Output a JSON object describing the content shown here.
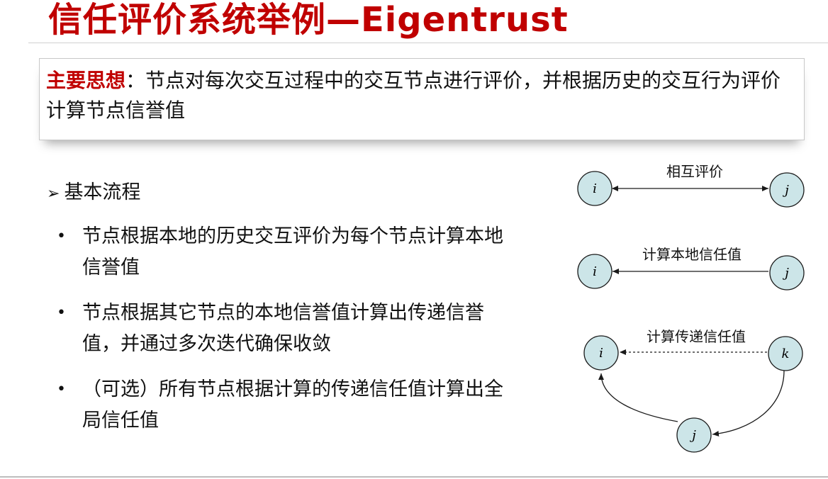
{
  "title": "信任评价系统举例—Eigentrust",
  "main_idea": {
    "label": "主要思想",
    "separator": "：",
    "text": "节点对每次交互过程中的交互节点进行评价，并根据历史的交互行为评价计算节点信誉值"
  },
  "section": {
    "heading": "基本流程",
    "bullets": [
      "节点根据本地的历史交互评价为每个节点计算本地信誉值",
      "节点根据其它节点的本地信誉值计算出传递信誉值，并通过多次迭代确保收敛",
      "（可选）所有节点根据计算的传递信任值计算出全局信任值"
    ]
  },
  "diagram": {
    "mutual": {
      "label": "相互评价",
      "left": "i",
      "right": "j"
    },
    "local": {
      "label": "计算本地信任值",
      "left": "i",
      "right": "j"
    },
    "transitive": {
      "label": "计算传递信任值",
      "left": "i",
      "right": "k",
      "bottom": "j"
    }
  },
  "colors": {
    "title": "#c00000",
    "node_fill": "#cce5e8",
    "node_stroke": "#1a1a1a"
  }
}
